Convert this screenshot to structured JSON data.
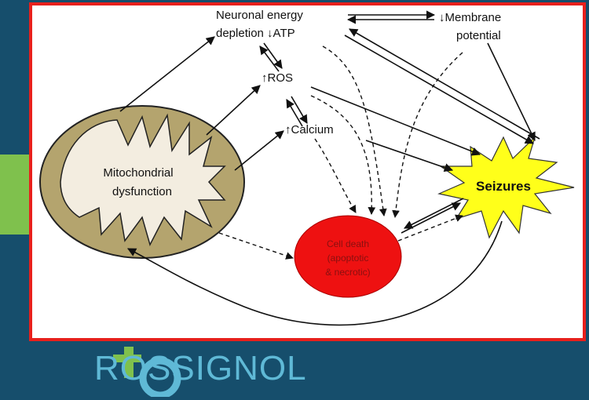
{
  "diagram": {
    "nodes": {
      "energy_line1": "Neuronal energy",
      "energy_line2": "depletion ↓ATP",
      "membrane_line1": "↓Membrane",
      "membrane_line2": "potential",
      "ros": "↑ROS",
      "calcium": "↑Calcium",
      "mito_line1": "Mitochondrial",
      "mito_line2": "dysfunction",
      "seizures": "Seizures",
      "death_line1": "Cell death",
      "death_line2": "(apoptotic",
      "death_line3": "& necrotic)"
    },
    "colors": {
      "frame": "#e8201c",
      "cell_death": "#ee1111",
      "seizure_burst": "#ffff1a",
      "mitochondrion_outer": "#b4a46e",
      "mitochondrion_inner": "#f3ede0"
    }
  },
  "brand": {
    "name": "ROSSIGNOL",
    "logo_icon": "tr-logo-icon"
  }
}
